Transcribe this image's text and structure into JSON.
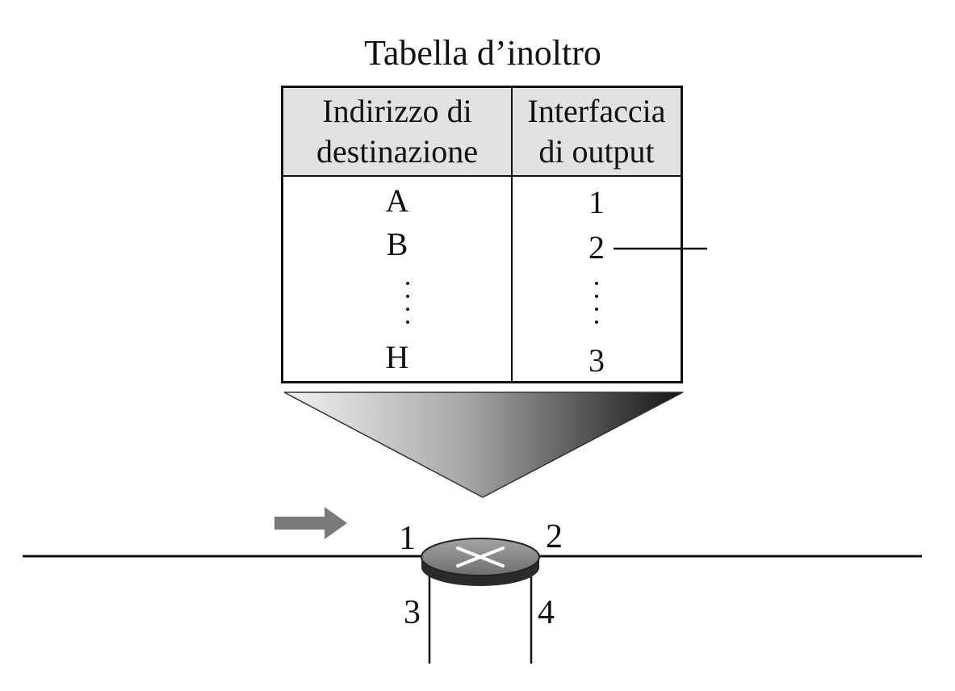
{
  "table": {
    "title": "Tabella d’inoltro",
    "headers": {
      "destination": [
        "Indirizzo di",
        "destinazione"
      ],
      "interface": [
        "Interfaccia",
        "di output"
      ]
    },
    "rows": [
      {
        "destination": "A",
        "interface": "1"
      },
      {
        "destination": "B",
        "interface": "2"
      },
      {
        "destination": "H",
        "interface": "3"
      }
    ]
  },
  "router": {
    "interfaces": [
      "1",
      "2",
      "3",
      "4"
    ]
  },
  "colors": {
    "line": "#111111",
    "header_fill": "#e2e2e2",
    "arrow": "#7a7a7a",
    "router_top": "#8c8c8c",
    "router_side": "#2a2a2a"
  }
}
